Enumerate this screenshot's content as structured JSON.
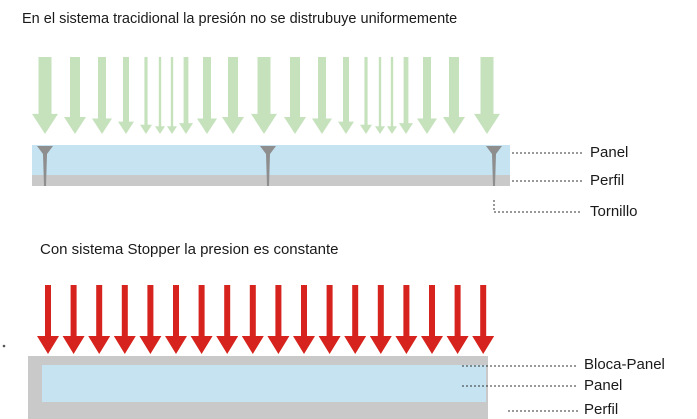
{
  "top": {
    "title": "En el sistema tracidional la presión no se distrubuye uniformemente",
    "labels": {
      "panel": "Panel",
      "perfil": "Perfil",
      "tornillo": "Tornillo"
    },
    "arrow_color": "#c6e2bd",
    "panel_color": "#c5e3f0",
    "profile_color": "#c9c9c9",
    "screw_color": "#8e8e8e"
  },
  "bottom": {
    "title": "Con sistema Stopper la presion es constante",
    "labels": {
      "bloca_panel": "Bloca-Panel",
      "panel": "Panel",
      "perfil": "Perfil"
    },
    "arrow_color": "#d6231d",
    "panel_color": "#c5e3f0",
    "frame_color": "#c9c9c9"
  }
}
